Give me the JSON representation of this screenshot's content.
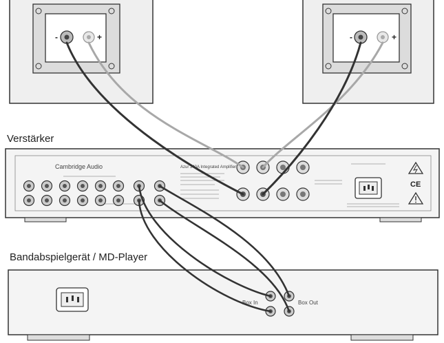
{
  "labels": {
    "amplifier": "Verstärker",
    "player": "Bandabspielgerät / MD-Player",
    "box_in": "Box In",
    "box_out": "Box Out",
    "speaker_minus": "-",
    "speaker_plus": "+"
  },
  "amplifier_panel": {
    "brand": "Cambridge Audio",
    "model": "Azur 340A Integrated Amplifier",
    "ce_mark": "CE"
  },
  "colors": {
    "outline": "#333333",
    "panel_fill": "#f4f4f4",
    "speaker_fill": "#efefef",
    "dark_cable": "#333333",
    "light_cable": "#a8a8a8"
  }
}
